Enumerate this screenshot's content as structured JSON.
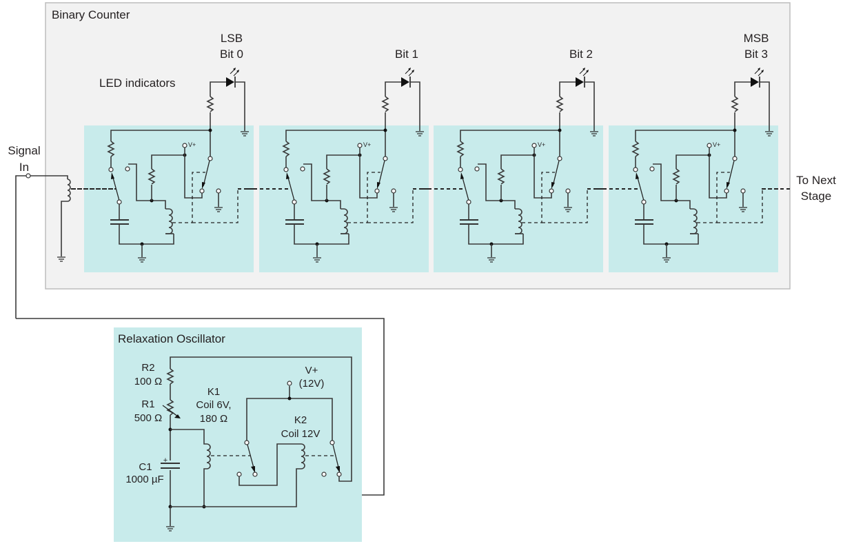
{
  "counter": {
    "title": "Binary Counter",
    "led_label": "LED indicators",
    "stages": [
      {
        "bit_line1": "LSB",
        "bit_line2": "Bit 0"
      },
      {
        "bit_line1": "",
        "bit_line2": "Bit 1"
      },
      {
        "bit_line1": "",
        "bit_line2": "Bit 2"
      },
      {
        "bit_line1": "MSB",
        "bit_line2": "Bit 3"
      }
    ],
    "vplus_label": "V+"
  },
  "input": {
    "line1": "Signal",
    "line2": "In"
  },
  "output": {
    "line1": "To Next",
    "line2": "Stage"
  },
  "oscillator": {
    "title": "Relaxation Oscillator",
    "r2_name": "R2",
    "r2_value": "100 Ω",
    "r1_name": "R1",
    "r1_value": "500 Ω",
    "k1_name": "K1",
    "k1_spec1": "Coil 6V,",
    "k1_spec2": "180 Ω",
    "k2_name": "K2",
    "k2_spec": "Coil 12V",
    "c1_name": "C1",
    "c1_value": "1000 µF",
    "c1_polarity": "+",
    "vplus_name": "V+",
    "vplus_value": "(12V)"
  },
  "colors": {
    "counter_bg": "#f2f2f2",
    "stage_bg": "#c8ebeb",
    "oscillator_bg": "#c8ebeb"
  }
}
